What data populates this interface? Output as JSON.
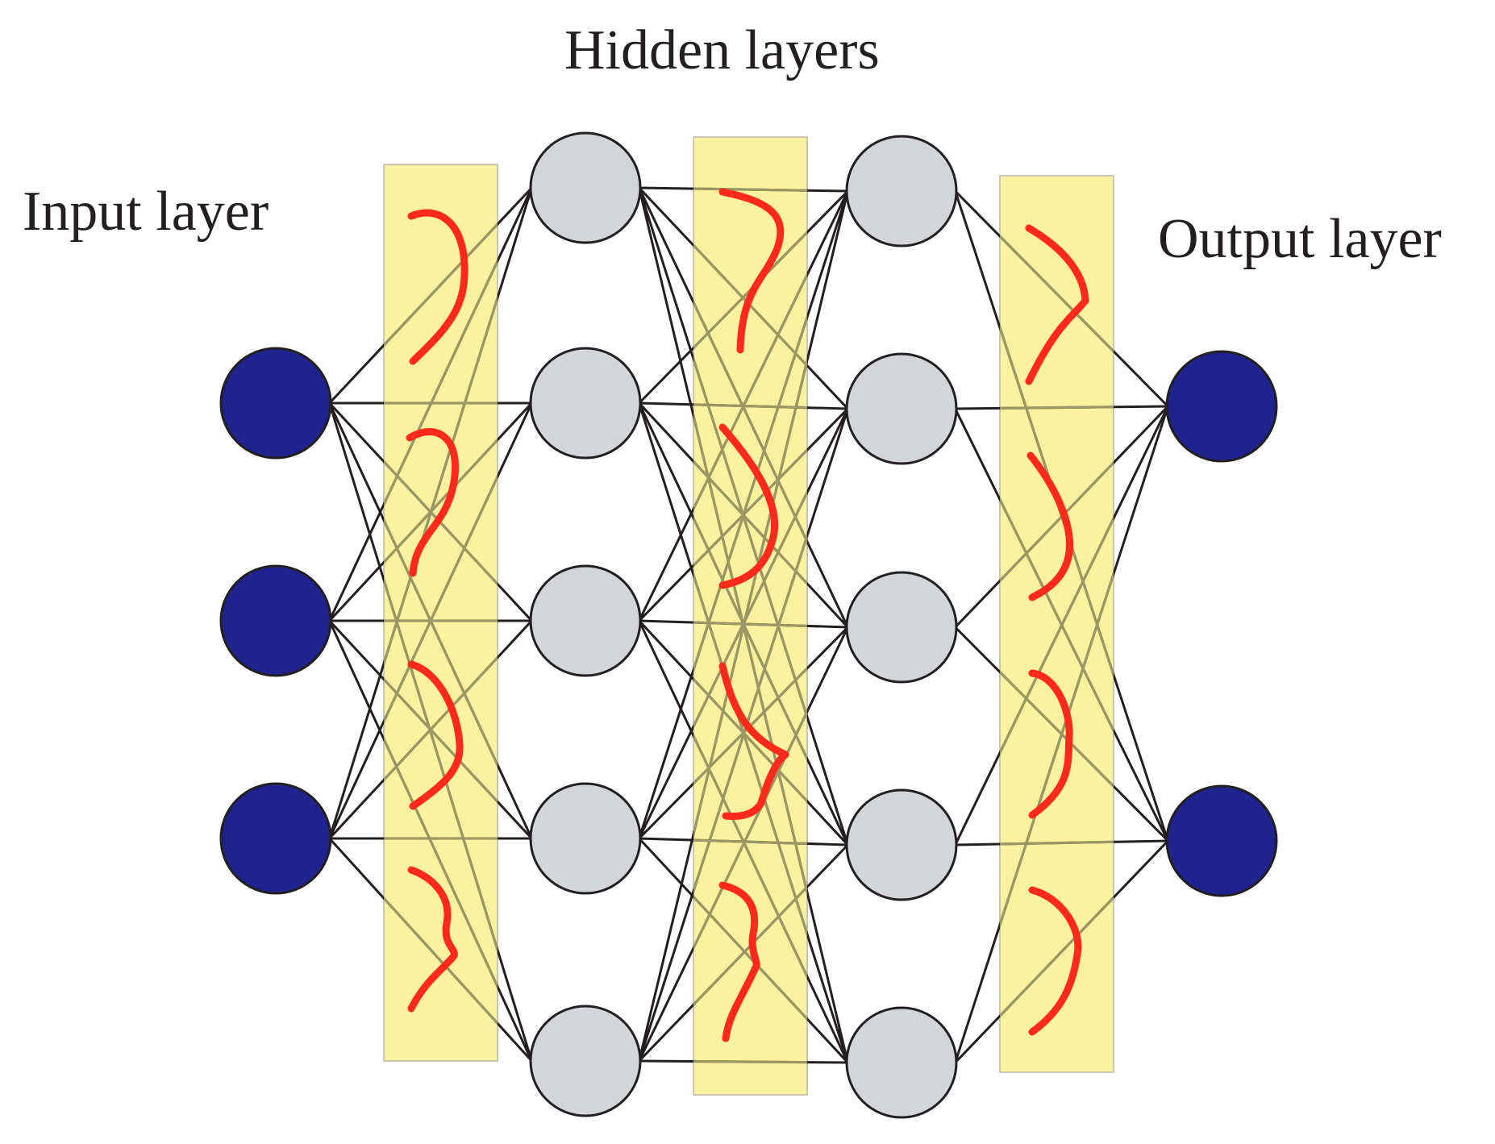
{
  "labels": {
    "input": "Input layer",
    "hidden": "Hidden layers",
    "output": "Output layer"
  },
  "network": {
    "layers": [
      {
        "name": "input",
        "nodes": 3
      },
      {
        "name": "hidden-1",
        "nodes": 5
      },
      {
        "name": "hidden-2",
        "nodes": 5
      },
      {
        "name": "output",
        "nodes": 2
      }
    ],
    "connectivity": "fully-connected",
    "activation_bands": 3,
    "activation_curves_per_band": 4
  },
  "colors": {
    "input_node": "#1e2390",
    "hidden_node": "#d3d5d8",
    "output_node": "#1e2390",
    "node_stroke": "#231f20",
    "edge": "#231f20",
    "band_fill": "#fbf2a0",
    "band_stroke": "#c9c6b2",
    "edge_over_band": "#9a9765",
    "activation_curve": "#ff2a1a",
    "label_text": "#231f20"
  }
}
